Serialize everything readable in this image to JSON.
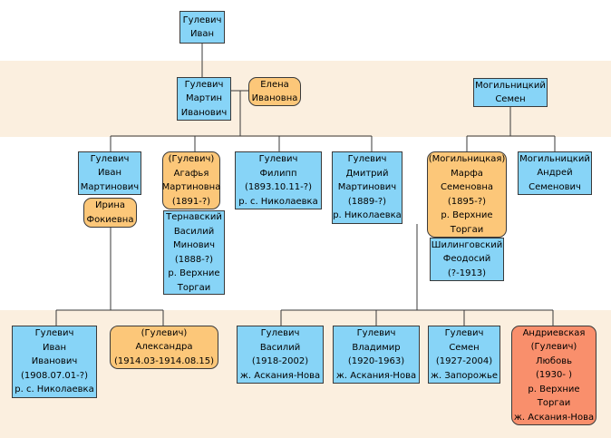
{
  "colors": {
    "male_box": "#87d4f7",
    "female_box": "#fcc779",
    "highlight_box": "#f98f6c",
    "generation_band": "#fbefdf",
    "connector": "#3a3a3a"
  },
  "people": [
    {
      "id": "ivan",
      "gender": "male",
      "lines": [
        "Гулевич",
        "Иван"
      ]
    },
    {
      "id": "martin",
      "gender": "male",
      "lines": [
        "Гулевич",
        "Мартин",
        "Иванович"
      ]
    },
    {
      "id": "elena",
      "gender": "female",
      "lines": [
        "Елена",
        "Ивановна"
      ]
    },
    {
      "id": "semen-mogilnitsky",
      "gender": "male",
      "lines": [
        "Могильницкий",
        "Семен"
      ]
    },
    {
      "id": "ivan-martinovich",
      "gender": "male",
      "lines": [
        "Гулевич",
        "Иван",
        "Мартинович"
      ]
    },
    {
      "id": "irina",
      "gender": "female",
      "lines": [
        "Ирина",
        "Фокиевна"
      ]
    },
    {
      "id": "agafya",
      "gender": "female",
      "lines": [
        "(Гулевич)",
        "Агафья",
        "Мартиновна",
        "(1891-?)"
      ]
    },
    {
      "id": "ternavsky",
      "gender": "male",
      "lines": [
        "Тернавский",
        "Василий",
        "Минович",
        "(1888-?)",
        "р. Верхние",
        "Торгаи"
      ]
    },
    {
      "id": "filipp",
      "gender": "male",
      "lines": [
        "Гулевич",
        "Филипп",
        "(1893.10.11-?)",
        "р. с. Николаевка"
      ]
    },
    {
      "id": "dmitry",
      "gender": "male",
      "lines": [
        "Гулевич",
        "Дмитрий",
        "Мартинович",
        "(1889-?)",
        "р. Николаевка"
      ]
    },
    {
      "id": "marfa",
      "gender": "female",
      "lines": [
        "(Могильницкая)",
        "Марфа",
        "Семеновна",
        "(1895-?)",
        "р. Верхние",
        "Торгаи"
      ]
    },
    {
      "id": "shilingovsky",
      "gender": "male",
      "lines": [
        "Шилинговский",
        "Феодосий",
        "(?-1913)"
      ]
    },
    {
      "id": "andrey",
      "gender": "male",
      "lines": [
        "Могильницкий",
        "Андрей",
        "Семенович"
      ]
    },
    {
      "id": "ivan-ivanovich",
      "gender": "male",
      "lines": [
        "Гулевич",
        "Иван",
        "Иванович",
        "(1908.07.01-?)",
        "р. с. Николаевка"
      ]
    },
    {
      "id": "aleksandra",
      "gender": "female",
      "lines": [
        "(Гулевич)",
        "Александра",
        "(1914.03-1914.08.15)"
      ]
    },
    {
      "id": "vasily",
      "gender": "male",
      "lines": [
        "Гулевич",
        "Василий",
        "(1918-2002)",
        "ж. Аскания-Нова"
      ]
    },
    {
      "id": "vladimir",
      "gender": "male",
      "lines": [
        "Гулевич",
        "Владимир",
        "(1920-1963)",
        "ж. Аскания-Нова"
      ]
    },
    {
      "id": "semen-gulevich",
      "gender": "male",
      "lines": [
        "Гулевич",
        "Семен",
        "(1927-2004)",
        "ж. Запорожье"
      ]
    },
    {
      "id": "lyubov",
      "gender": "highlight",
      "lines": [
        "Андриевская",
        "(Гулевич)",
        "Любовь",
        "(1930-  )",
        "р. Верхние",
        "Торгаи",
        "ж. Аскания-Нова"
      ]
    }
  ]
}
